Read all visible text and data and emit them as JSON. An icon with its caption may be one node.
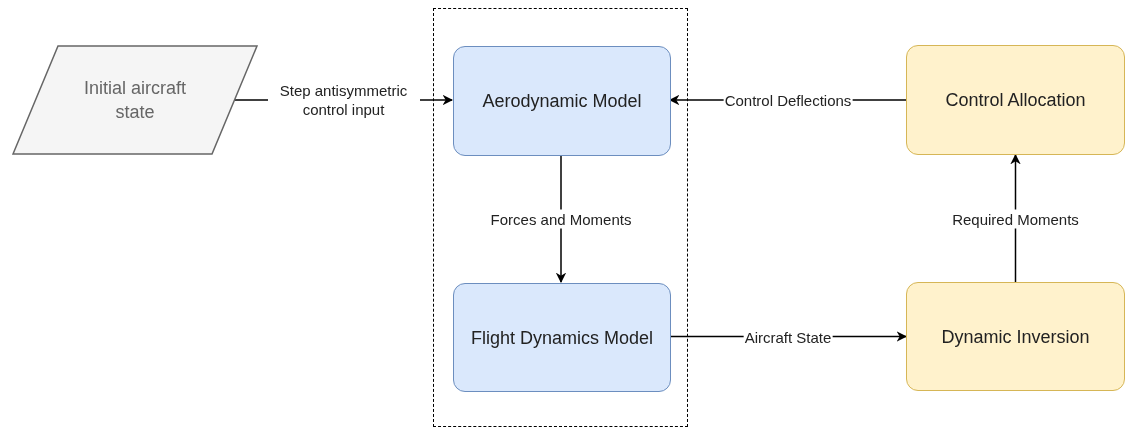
{
  "diagram": {
    "nodes": [
      {
        "text": [],
        "shape": "box"
      },
      {
        "text": [
          "Initial aircraft state"
        ]
      },
      {
        "text": [
          "Aerodynamic Model"
        ],
        "in": 0
      },
      {
        "text": [
          "Flight Dynamics Model"
        ],
        "in": 0
      },
      {
        "text": [
          "Control Allocation"
        ]
      },
      {
        "text": [
          "Dynamic Inversion"
        ]
      }
    ],
    "edges": [
      {
        "from": 1,
        "to": 2,
        "arrow": "to",
        "label": "Step antisymmetric control input"
      },
      {
        "from": 4,
        "to": 2,
        "arrow": "to",
        "label": "Control Deflections"
      },
      {
        "from": 2,
        "to": 3,
        "arrow": "to",
        "label": "Forces and Moments"
      },
      {
        "from": 3,
        "to": 5,
        "arrow": "to",
        "label": "Aircraft State"
      },
      {
        "from": 5,
        "to": 4,
        "arrow": "to",
        "label": "Required Moments"
      }
    ]
  }
}
